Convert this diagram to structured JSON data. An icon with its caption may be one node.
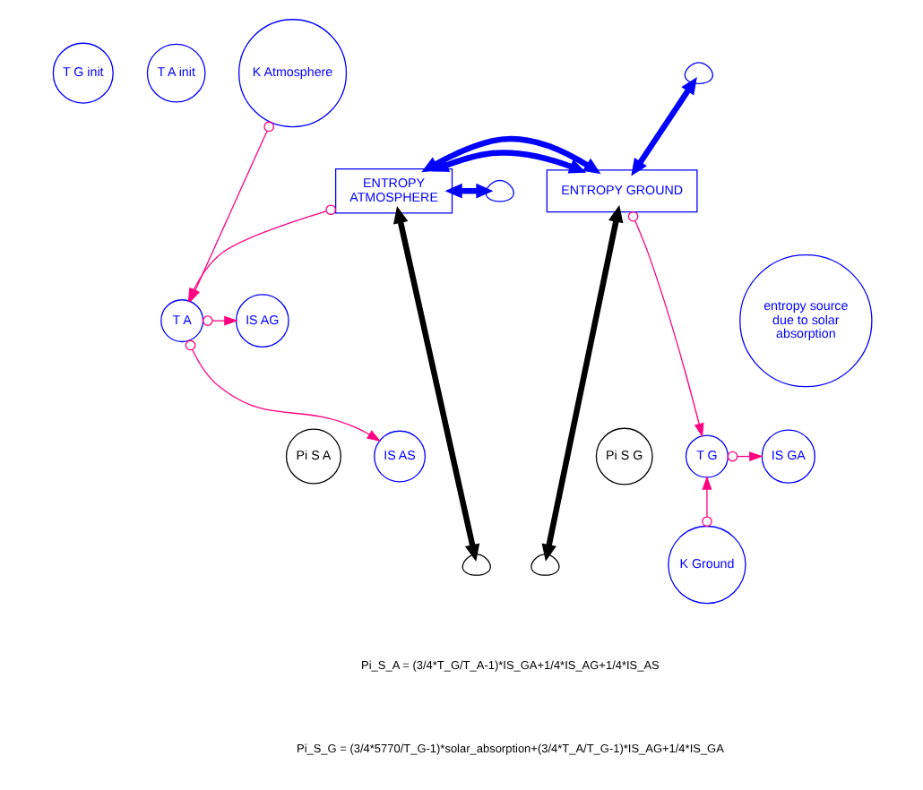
{
  "diagram": {
    "nodes": [
      {
        "text": [
          "ENTROPY GROUND"
        ]
      },
      {
        "text": [
          "ENTROPY ATMOSPHERE"
        ]
      },
      {
        "text": [],
        "shape": "cloud"
      },
      {
        "text": [],
        "shape": "cloud"
      },
      {
        "text": [],
        "shape": "cloud"
      },
      {
        "text": [],
        "shape": "cloud"
      },
      {
        "text": [
          "entropy source due to solar absorption"
        ]
      },
      {
        "text": [
          "IS AG"
        ]
      },
      {
        "text": [
          "IS GA"
        ]
      },
      {
        "text": [
          "IS AS"
        ]
      },
      {
        "text": [
          "Pi S G"
        ]
      },
      {
        "text": [
          "Pi S A"
        ]
      },
      {
        "text": [
          "T A"
        ]
      },
      {
        "text": [
          "T G"
        ]
      },
      {
        "text": [
          "K Atmosphere"
        ]
      },
      {
        "text": [
          "K Ground"
        ]
      },
      {
        "text": [
          "T G init"
        ]
      },
      {
        "text": [
          "T A init"
        ]
      }
    ],
    "edges": [
      {
        "from": 2,
        "to": 0,
        "arrow": "both",
        "style": "thick",
        "color": "#0000ff"
      },
      {
        "from": 1,
        "to": 0,
        "arrow": "both",
        "style": "thick",
        "color": "#0000ff"
      },
      {
        "from": 0,
        "to": 1,
        "arrow": "both",
        "style": "thick",
        "color": "#0000ff"
      },
      {
        "from": 1,
        "to": 3,
        "arrow": "both",
        "style": "thick",
        "color": "#0000ff"
      },
      {
        "from": 4,
        "to": 0,
        "arrow": "both",
        "style": "thick",
        "color": "#000000"
      },
      {
        "from": 5,
        "to": 1,
        "arrow": "both",
        "style": "thick",
        "color": "#000000"
      },
      {
        "from": 14,
        "to": 12,
        "arrow": "to"
      },
      {
        "from": 12,
        "to": 7,
        "arrow": "to"
      },
      {
        "from": 1,
        "to": 12,
        "arrow": "to"
      },
      {
        "from": 12,
        "to": 9,
        "arrow": "to"
      },
      {
        "from": 0,
        "to": 13,
        "arrow": "to"
      },
      {
        "from": 13,
        "to": 8,
        "arrow": "to"
      },
      {
        "from": 15,
        "to": 13,
        "arrow": "to"
      }
    ],
    "labels": [
      "Pi_S_A = (3/4*T_G/T_A-1)*IS_GA+1/4*IS_AG+1/4*IS_AS",
      "Pi_S_G = (3/4*5770/T_G-1)*solar_absorption+(3/4*T_A/T_G-1)*IS_AG+1/4*IS_GA"
    ]
  }
}
